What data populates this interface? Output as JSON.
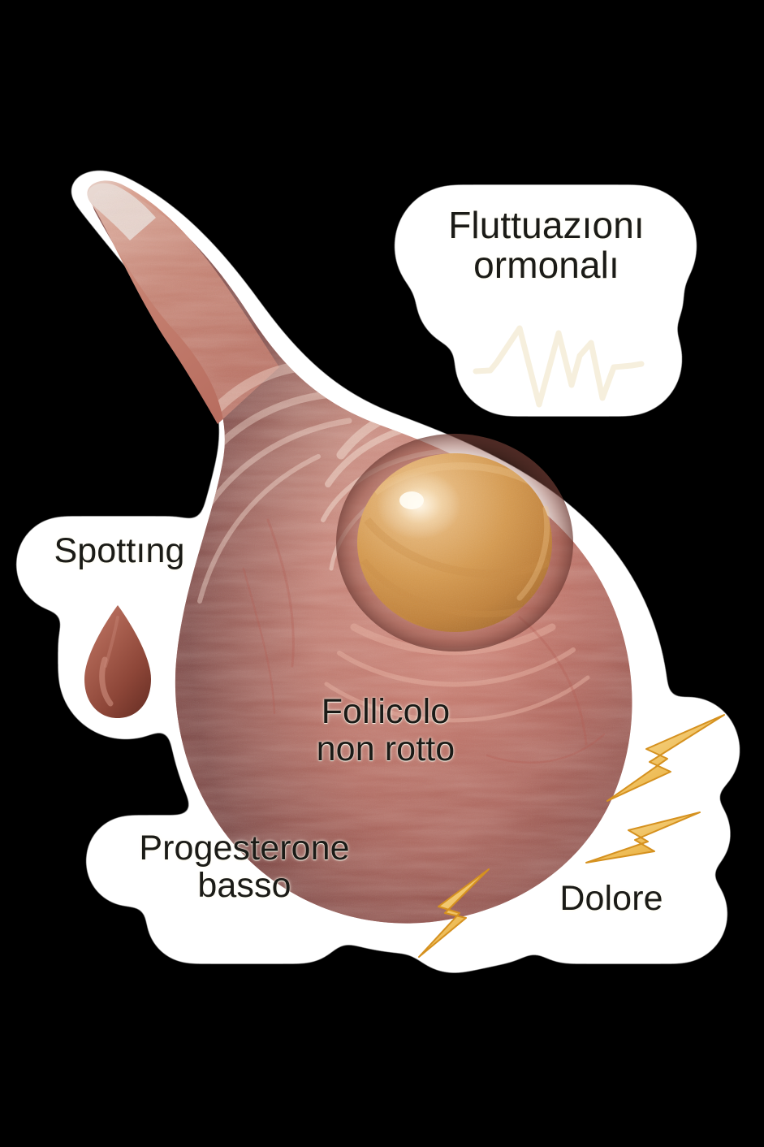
{
  "illustration": {
    "subject": "ovaio con follicolo non rotto",
    "language": "it",
    "style": "sticker-cutout-medical-illustration",
    "background_color": "#000000",
    "sticker_border_color": "#ffffff",
    "text_color": "#1b1b17"
  },
  "labels": {
    "hormonal": {
      "line1": "Fluttuazıonı",
      "line2": "ormonalı"
    },
    "spotting": {
      "line1": "Spottıng"
    },
    "follicle": {
      "line1": "Follicolo",
      "line2": "non rotto"
    },
    "progesterone": {
      "line1": "Progesterone",
      "line2": "basso"
    },
    "pain": {
      "line1": "Dolore"
    }
  },
  "icons": {
    "waveform": "hormone-waveform-icon",
    "blood_drop": "blood-drop-icon",
    "bolt_upper": "lightning-bolt-icon",
    "bolt_middle": "lightning-bolt-icon",
    "bolt_lower": "lightning-bolt-icon"
  },
  "anatomy": {
    "ovary_label": "ovary-body",
    "ligament_label": "ovarian-ligament",
    "follicle_label": "unruptured-follicle"
  },
  "colors": {
    "ovary_light": "#e8a391",
    "ovary_mid": "#d08172",
    "ovary_deep": "#a9594f",
    "ovary_shadow": "#7d4240",
    "follicle_light": "#f0c58a",
    "follicle_mid": "#d79a4f",
    "follicle_deep": "#b9762f",
    "bolt_edge": "#e2a235",
    "bolt_fill": "#f4d283",
    "drop_light": "#b0655a",
    "drop_deep": "#7d3b31",
    "waveform": "#f7efdc"
  }
}
